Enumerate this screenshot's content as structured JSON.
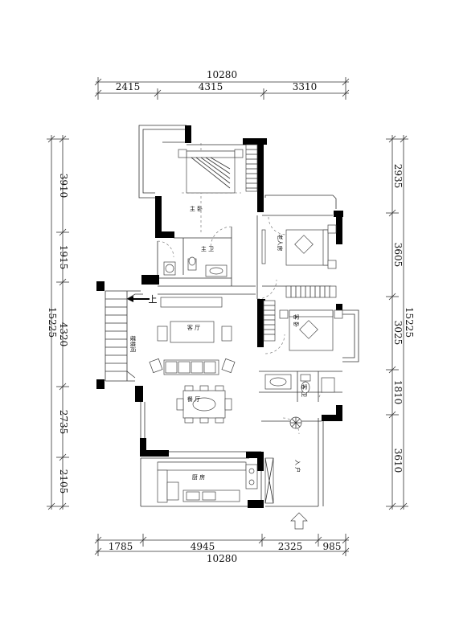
{
  "dimensions": {
    "top_total": "10280",
    "top_segments": [
      "2415",
      "4315",
      "3310"
    ],
    "bottom_total": "10280",
    "bottom_segments": [
      "1785",
      "4945",
      "2325",
      "985"
    ],
    "left_total": "15225",
    "left_segments": [
      "3910",
      "1915",
      "4320",
      "2735",
      "2105"
    ],
    "right_total": "15225",
    "right_segments": [
      "2935",
      "3605",
      "3025",
      "1810",
      "3610"
    ]
  },
  "rooms": {
    "master_bedroom": "主 卧",
    "master_bath": "主 卫",
    "elder_room": "老人房",
    "guest_bedroom": "客 卧",
    "guest_bath": "客 卫",
    "living_room": "客 厅",
    "dining_room": "餐 厅",
    "stairwell": "楼梯间",
    "kitchen": "厨 房",
    "entrance": "入 户"
  },
  "labels": {
    "up": "上"
  }
}
